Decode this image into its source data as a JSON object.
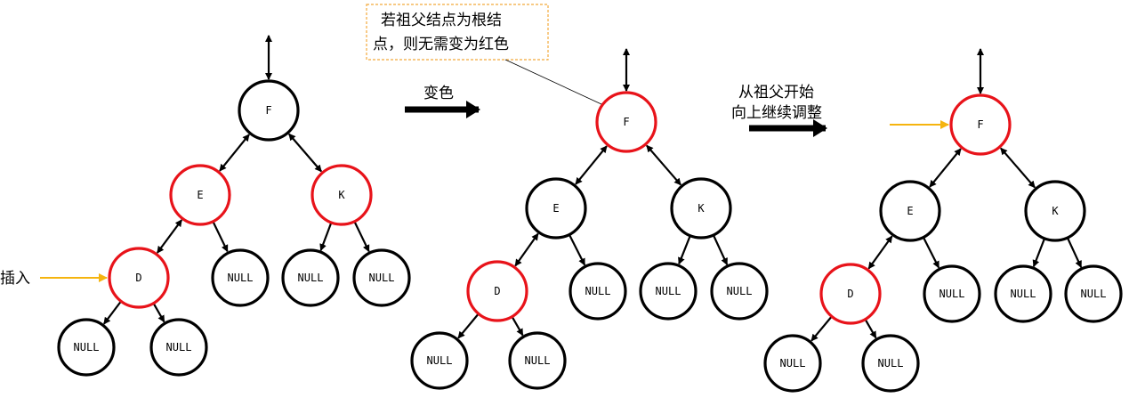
{
  "colors": {
    "red": "#e8131a",
    "black": "#000000",
    "pointer": "#f5b40f",
    "callout_border": "#f2a93b"
  },
  "labels": {
    "insert": "插入",
    "recolor": "变色",
    "continue_line1": "从祖父开始",
    "continue_line2": "向上继续调整",
    "note_line1": "若祖父结点为根结",
    "note_line2": "点，则无需变为红色"
  },
  "trees": [
    {
      "name": "before",
      "nodes": [
        {
          "id": "F",
          "label": "F",
          "color": "black"
        },
        {
          "id": "E",
          "label": "E",
          "color": "red"
        },
        {
          "id": "K",
          "label": "K",
          "color": "red"
        },
        {
          "id": "D",
          "label": "D",
          "color": "red"
        },
        {
          "id": "N1",
          "label": "NULL",
          "color": "black"
        },
        {
          "id": "N2",
          "label": "NULL",
          "color": "black"
        },
        {
          "id": "N3",
          "label": "NULL",
          "color": "black"
        },
        {
          "id": "N4",
          "label": "NULL",
          "color": "black"
        },
        {
          "id": "N5",
          "label": "NULL",
          "color": "black"
        }
      ]
    },
    {
      "name": "after-recolor",
      "nodes": [
        {
          "id": "F",
          "label": "F",
          "color": "red"
        },
        {
          "id": "E",
          "label": "E",
          "color": "black"
        },
        {
          "id": "K",
          "label": "K",
          "color": "black"
        },
        {
          "id": "D",
          "label": "D",
          "color": "red"
        },
        {
          "id": "N1",
          "label": "NULL",
          "color": "black"
        },
        {
          "id": "N2",
          "label": "NULL",
          "color": "black"
        },
        {
          "id": "N3",
          "label": "NULL",
          "color": "black"
        },
        {
          "id": "N4",
          "label": "NULL",
          "color": "black"
        },
        {
          "id": "N5",
          "label": "NULL",
          "color": "black"
        }
      ]
    },
    {
      "name": "continue-from-grandparent",
      "nodes": [
        {
          "id": "F",
          "label": "F",
          "color": "red"
        },
        {
          "id": "E",
          "label": "E",
          "color": "black"
        },
        {
          "id": "K",
          "label": "K",
          "color": "black"
        },
        {
          "id": "D",
          "label": "D",
          "color": "red"
        },
        {
          "id": "N1",
          "label": "NULL",
          "color": "black"
        },
        {
          "id": "N2",
          "label": "NULL",
          "color": "black"
        },
        {
          "id": "N3",
          "label": "NULL",
          "color": "black"
        },
        {
          "id": "N4",
          "label": "NULL",
          "color": "black"
        },
        {
          "id": "N5",
          "label": "NULL",
          "color": "black"
        }
      ]
    }
  ]
}
